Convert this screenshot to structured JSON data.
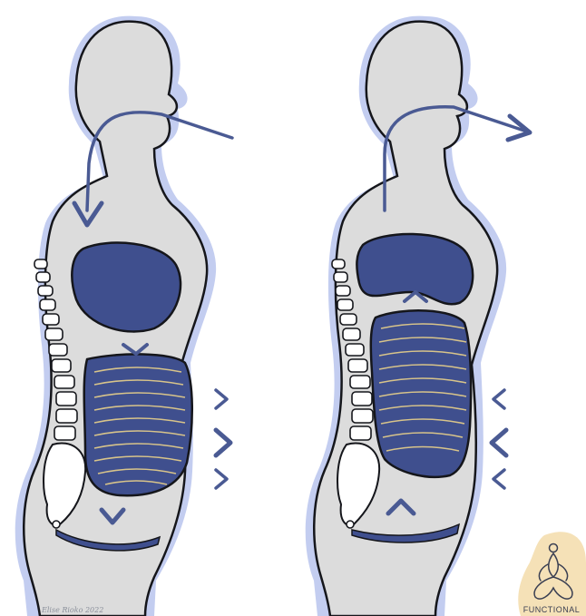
{
  "colors": {
    "background": "#ffffff",
    "halo": "#bcc8ee",
    "body_fill": "#dcdcdc",
    "outline": "#15161b",
    "organ_fill": "#3f4f8e",
    "arrow": "#4a5a93",
    "striation": "#d8c48a",
    "bone_fill": "#ffffff",
    "logo_gold": "#f3dcaa"
  },
  "panels": [
    {
      "id": "inhale",
      "arrow_direction": "in",
      "diaphragm_arrow": "down",
      "side_chevrons": "outward"
    },
    {
      "id": "exhale",
      "arrow_direction": "out",
      "diaphragm_arrow": "up",
      "side_chevrons": "inward"
    }
  ],
  "signature": "Elise Rioko 2022",
  "logo": {
    "icon": "lotus-pose-icon",
    "text": "FUNCTIONAL"
  }
}
